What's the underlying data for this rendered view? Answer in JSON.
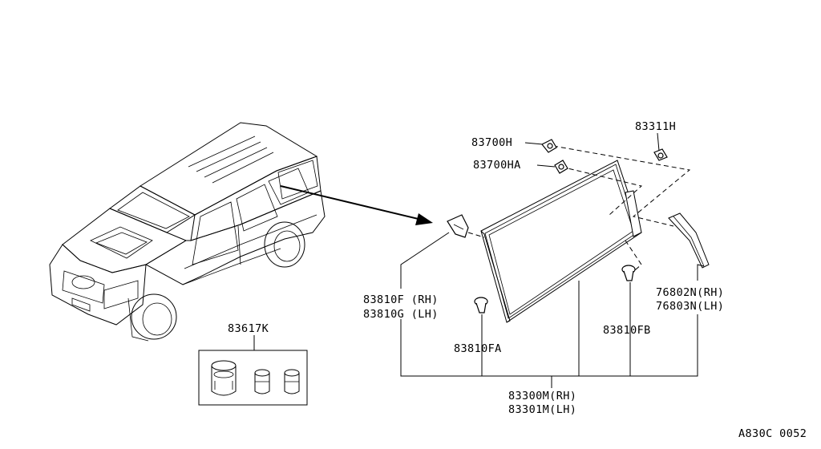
{
  "labels": {
    "p83311H": "83311H",
    "p83700H": "83700H",
    "p83700HA": "83700HA",
    "p83810F_rh": "83810F (RH)",
    "p83810G_lh": "83810G (LH)",
    "p83810FA": "83810FA",
    "p83810FB": "83810FB",
    "p76802N_rh": "76802N(RH)",
    "p76803N_lh": "76803N(LH)",
    "p83300M_rh": "83300M(RH)",
    "p83301M_lh": "83301M(LH)",
    "p83617K": "83617K",
    "diagram_code": "A830C 0052"
  }
}
